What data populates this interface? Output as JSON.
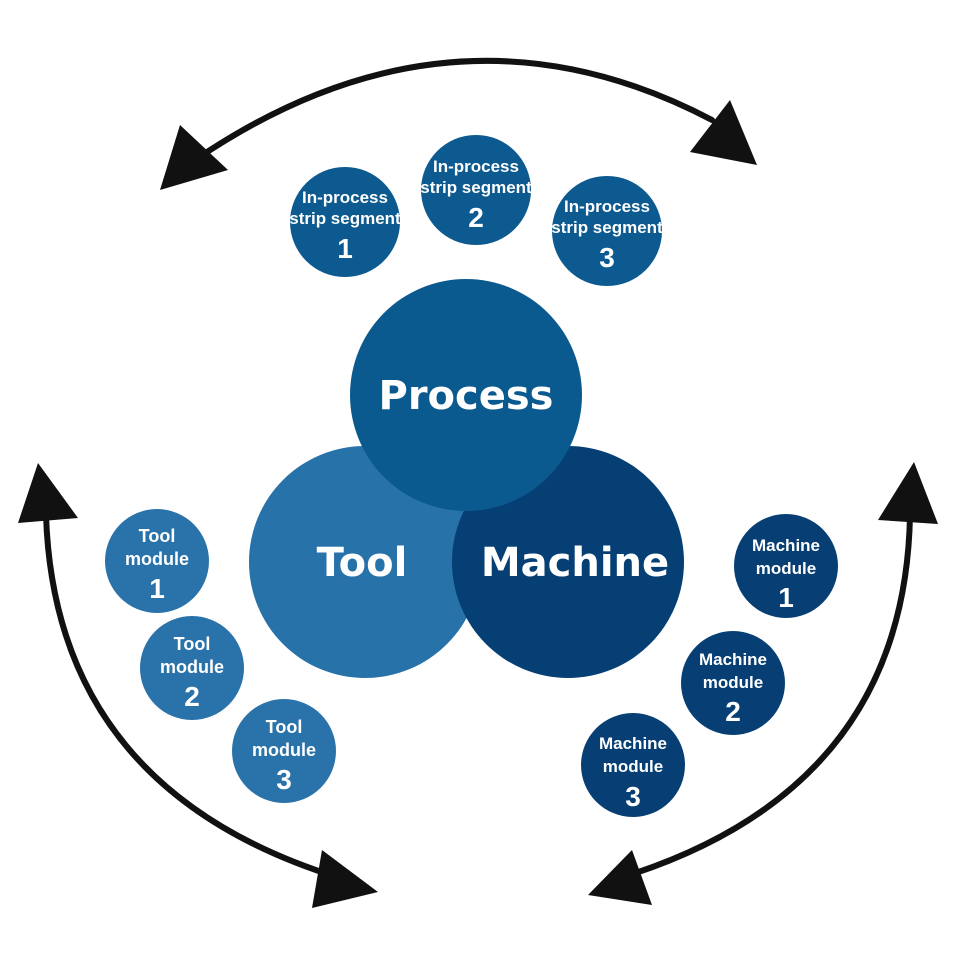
{
  "colors": {
    "process": "#0b5a8f",
    "tool": "#2872aa",
    "machine": "#053f74",
    "segment": "#0d5a90",
    "tool_module": "#2a72aa",
    "machine_module": "#073f74",
    "arrow": "#111111"
  },
  "main": {
    "process_label": "Process",
    "tool_label": "Tool",
    "machine_label": "Machine"
  },
  "segments": [
    {
      "line1": "In-process",
      "line2": "strip segment",
      "number": "1"
    },
    {
      "line1": "In-process",
      "line2": "strip segment",
      "number": "2"
    },
    {
      "line1": "In-process",
      "line2": "strip segment",
      "number": "3"
    }
  ],
  "tool_modules": [
    {
      "line1": "Tool",
      "line2": "module",
      "number": "1"
    },
    {
      "line1": "Tool",
      "line2": "module",
      "number": "2"
    },
    {
      "line1": "Tool",
      "line2": "module",
      "number": "3"
    }
  ],
  "machine_modules": [
    {
      "line1": "Machine",
      "line2": "module",
      "number": "1"
    },
    {
      "line1": "Machine",
      "line2": "module",
      "number": "2"
    },
    {
      "line1": "Machine",
      "line2": "module",
      "number": "3"
    }
  ]
}
